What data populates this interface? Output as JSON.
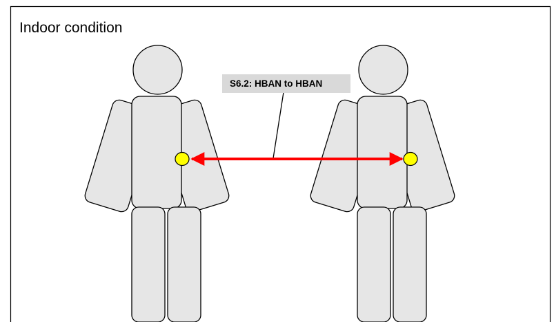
{
  "frame": {
    "title": "Indoor condition",
    "border_color": "#000000"
  },
  "callout": {
    "label": "S6.2: HBAN to HBAN",
    "background_color": "#d9d9d9"
  },
  "link": {
    "color": "#ff0000",
    "direction": "bidirectional"
  },
  "nodes": {
    "fill_color": "#ffff00",
    "count": 2
  },
  "figures": {
    "count": 2,
    "fill_color": "#e6e6e6"
  }
}
